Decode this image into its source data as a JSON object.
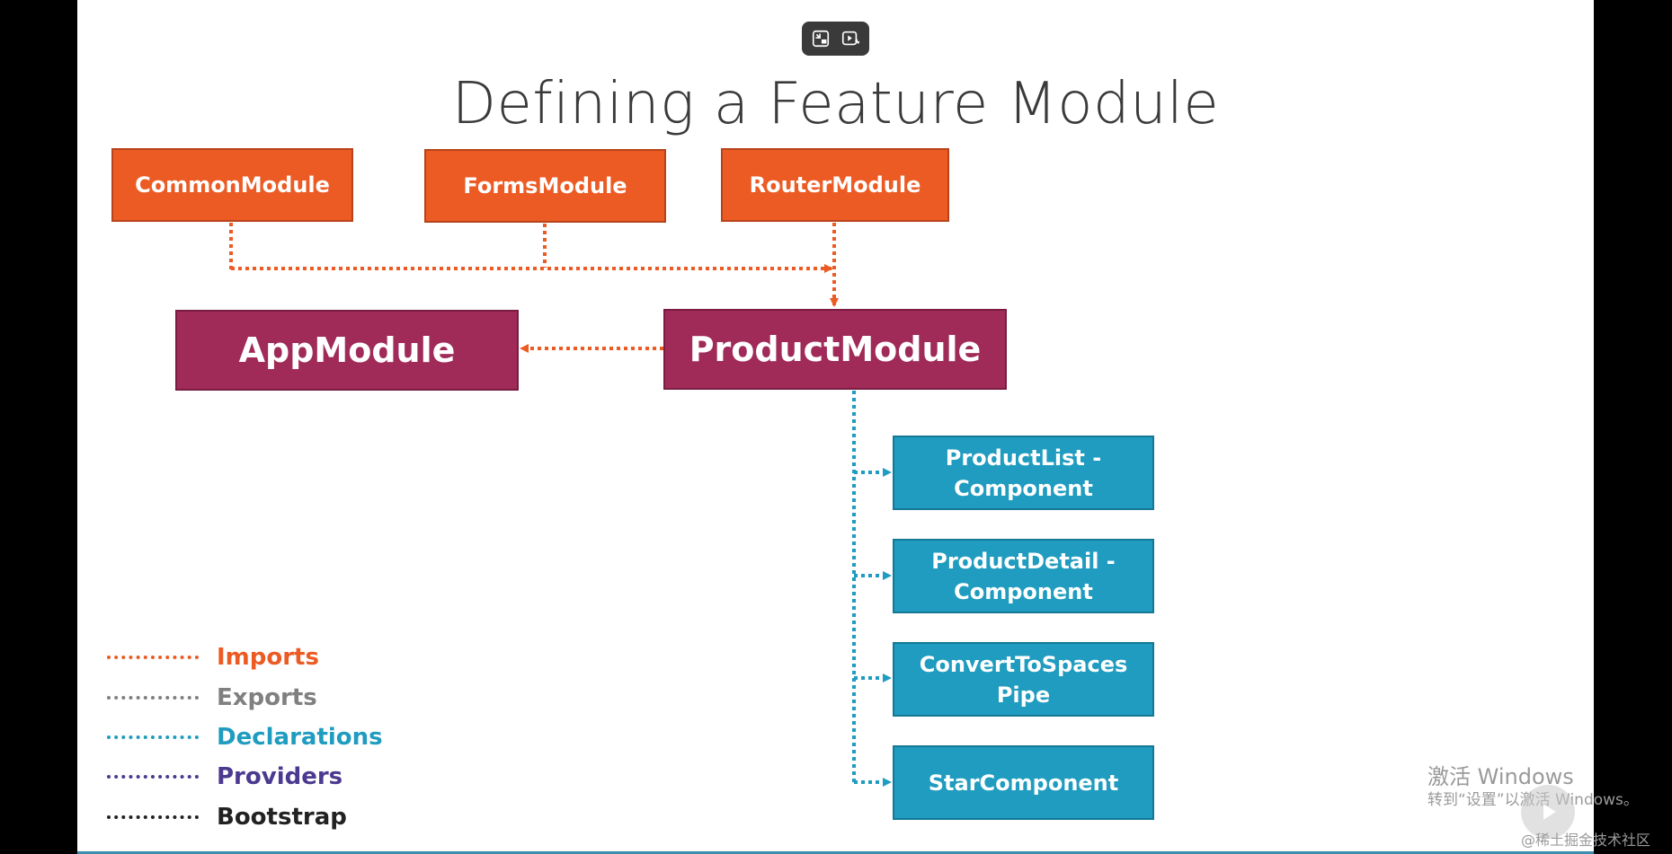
{
  "slide": {
    "title": "Defining a Feature Module"
  },
  "modules": {
    "common": "CommonModule",
    "forms": "FormsModule",
    "router": "RouterModule",
    "app": "AppModule",
    "product": "ProductModule"
  },
  "declarations": [
    {
      "line1": "ProductList -",
      "line2": "Component"
    },
    {
      "line1": "ProductDetail -",
      "line2": "Component"
    },
    {
      "line1": "ConvertToSpaces",
      "line2": "Pipe"
    },
    {
      "line1": "StarComponent",
      "line2": ""
    }
  ],
  "legend": [
    {
      "label": "Imports",
      "color": "#ec5b24"
    },
    {
      "label": "Exports",
      "color": "#808080"
    },
    {
      "label": "Declarations",
      "color": "#1f9cbf"
    },
    {
      "label": "Providers",
      "color": "#4b3a8f"
    },
    {
      "label": "Bootstrap",
      "color": "#222222"
    }
  ],
  "colors": {
    "imports": "#ec5b24",
    "declarations": "#1f9cbf",
    "plum": "#a02a58"
  },
  "overlay": {
    "watermark_title": "激活 Windows",
    "watermark_sub": "转到“设置”以激活 Windows。",
    "site_credit": "@稀土掘金技术社区"
  },
  "icons": {
    "exit_fullscreen": "exit-fullscreen-icon",
    "video_magic": "video-magic-icon",
    "play": "play-icon"
  }
}
